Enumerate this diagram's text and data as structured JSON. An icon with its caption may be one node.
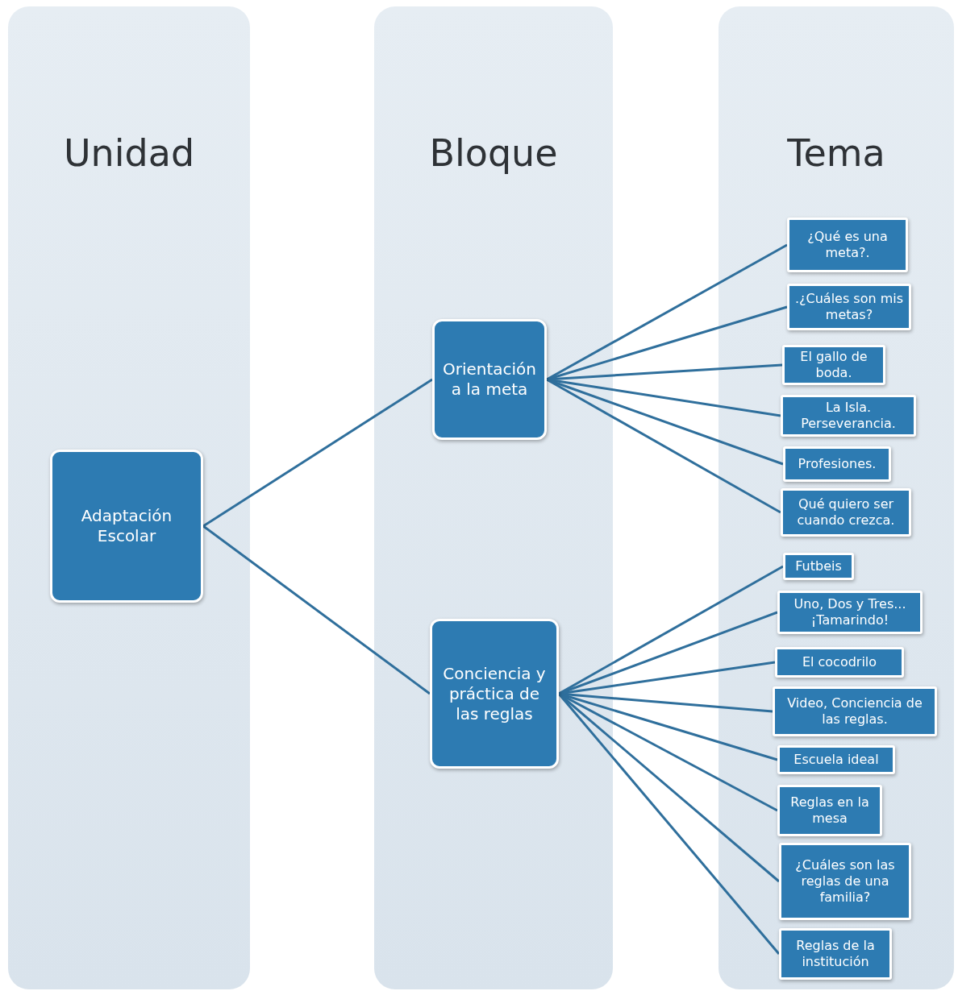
{
  "diagram": {
    "nodes": [
      {
        "text": [
          "Unidad"
        ]
      },
      {
        "text": [
          "Bloque"
        ]
      },
      {
        "text": [
          "Tema"
        ]
      },
      {
        "text": [
          "Adaptación Escolar"
        ],
        "in": 0
      },
      {
        "text": [
          "Orientación a la meta"
        ],
        "in": 1
      },
      {
        "text": [
          "Conciencia y práctica de las reglas"
        ],
        "in": 1
      },
      {
        "text": [
          "¿Qué es una meta?."
        ],
        "in": 2
      },
      {
        "text": [
          ".¿Cuáles son mis metas?"
        ],
        "in": 2
      },
      {
        "text": [
          "El gallo de boda."
        ],
        "in": 2
      },
      {
        "text": [
          "La Isla. Perseverancia."
        ],
        "in": 2
      },
      {
        "text": [
          "Profesiones."
        ],
        "in": 2
      },
      {
        "text": [
          "Qué quiero ser cuando crezca."
        ],
        "in": 2
      },
      {
        "text": [
          "Futbeis"
        ],
        "in": 2
      },
      {
        "text": [
          "Uno, Dos y Tres... ¡Tamarindo!"
        ],
        "in": 2
      },
      {
        "text": [
          "El cocodrilo"
        ],
        "in": 2
      },
      {
        "text": [
          "Video, Conciencia de las reglas."
        ],
        "in": 2
      },
      {
        "text": [
          "Escuela ideal"
        ],
        "in": 2
      },
      {
        "text": [
          "Reglas en la mesa"
        ],
        "in": 2
      },
      {
        "text": [
          "¿Cuáles son las reglas de una familia?"
        ],
        "in": 2
      },
      {
        "text": [
          "Reglas de la institución"
        ],
        "in": 2
      }
    ],
    "edges": [
      {
        "from": 3,
        "to": 4,
        "arrow": "none"
      },
      {
        "from": 3,
        "to": 5,
        "arrow": "none"
      },
      {
        "from": 4,
        "to": 6,
        "arrow": "none"
      },
      {
        "from": 4,
        "to": 7,
        "arrow": "none"
      },
      {
        "from": 4,
        "to": 8,
        "arrow": "none"
      },
      {
        "from": 4,
        "to": 9,
        "arrow": "none"
      },
      {
        "from": 4,
        "to": 10,
        "arrow": "none"
      },
      {
        "from": 4,
        "to": 11,
        "arrow": "none"
      },
      {
        "from": 5,
        "to": 12,
        "arrow": "none"
      },
      {
        "from": 5,
        "to": 13,
        "arrow": "none"
      },
      {
        "from": 5,
        "to": 14,
        "arrow": "none"
      },
      {
        "from": 5,
        "to": 15,
        "arrow": "none"
      },
      {
        "from": 5,
        "to": 16,
        "arrow": "none"
      },
      {
        "from": 5,
        "to": 17,
        "arrow": "none"
      },
      {
        "from": 5,
        "to": 18,
        "arrow": "none"
      },
      {
        "from": 5,
        "to": 19,
        "arrow": "none"
      }
    ]
  }
}
